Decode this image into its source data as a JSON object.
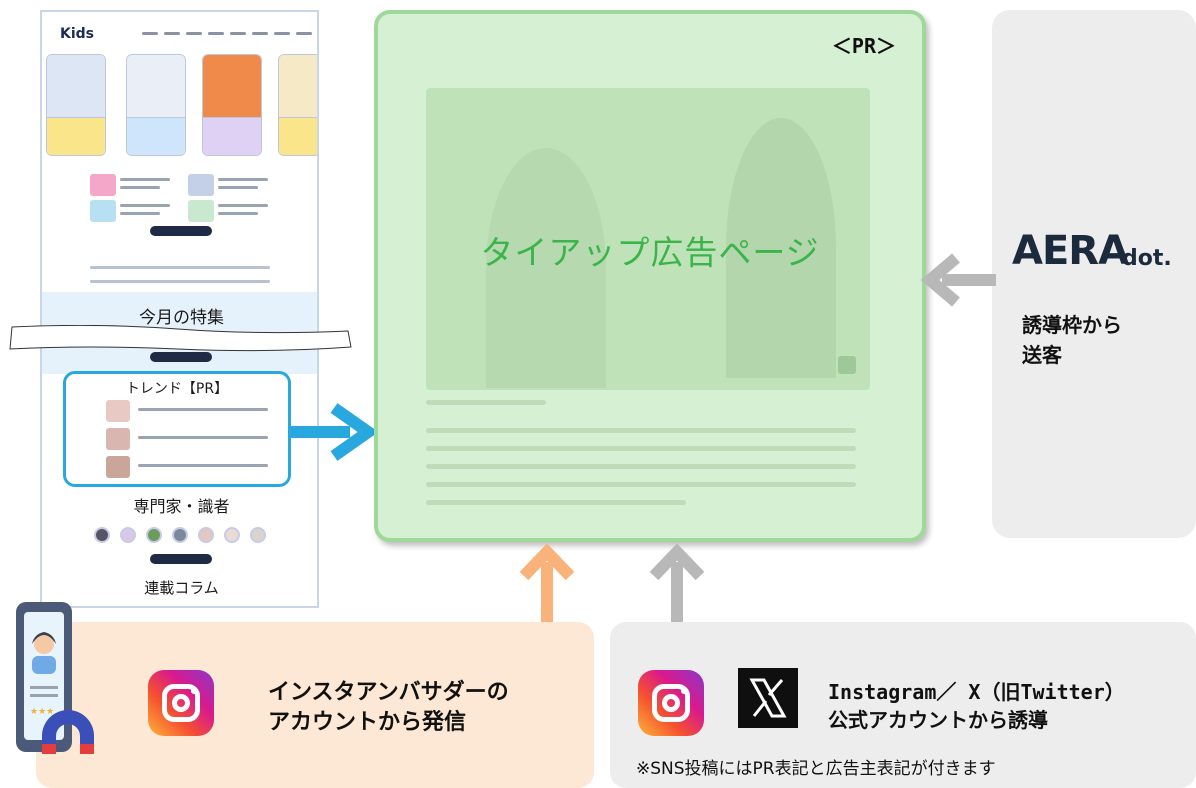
{
  "site": {
    "logo": "Kids",
    "feature_title": "今月の特集",
    "trend_title": "トレンド【PR】",
    "expert_title": "専門家・識者",
    "column_title": "連載コラム"
  },
  "center": {
    "pr_label": "＜PR＞",
    "tieup_label": "タイアップ広告ページ"
  },
  "right": {
    "brand_main": "AERA",
    "brand_sub": "dot.",
    "caption_line1": "誘導枠から",
    "caption_line2": "送客"
  },
  "bottom_left": {
    "line1": "インスタアンバサダーの",
    "line2": "アカウントから発信"
  },
  "bottom_right": {
    "line1": "Instagram／ X（旧Twitter）",
    "line2": "公式アカウントから誘導",
    "note": "※SNS投稿にはPR表記と広告主表記が付きます"
  },
  "colors": {
    "trend_blue": "#29a8e0",
    "center_green": "#d6f0d3",
    "tieup_text_green": "#3bb54a",
    "arrow_gray": "#b8b8b8",
    "arrow_orange": "#f8b27a",
    "bottom_left_bg": "#fde7d5",
    "gray_panel_bg": "#ededed"
  },
  "icons": [
    "instagram-icon",
    "x-icon",
    "phone-user-icon",
    "magnet-icon",
    "arrow-right-icon",
    "arrow-left-icon",
    "arrow-up-icon"
  ]
}
